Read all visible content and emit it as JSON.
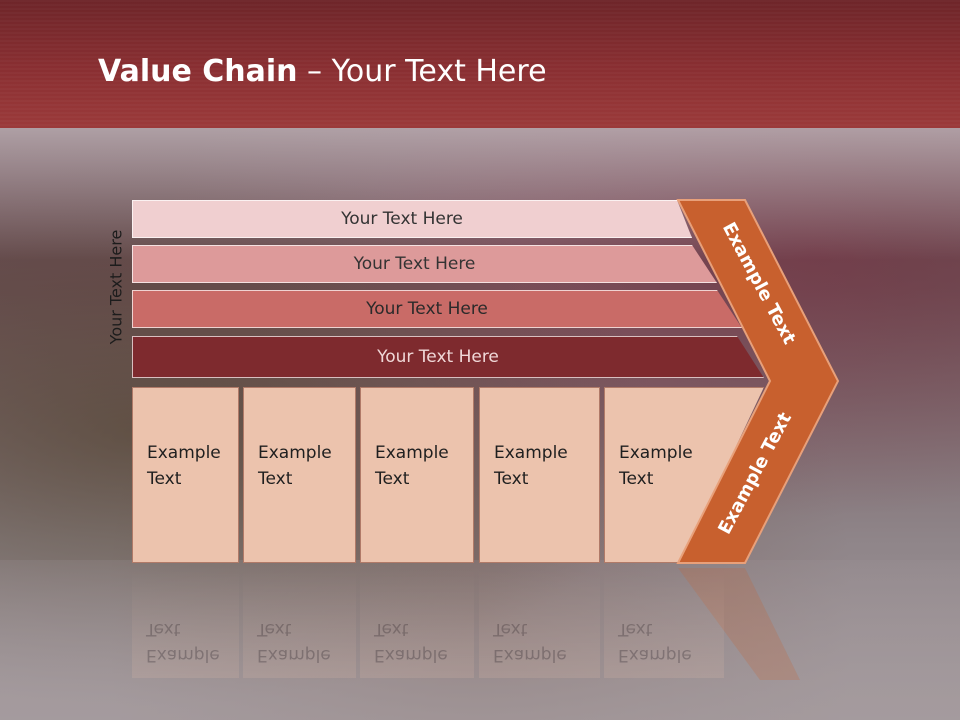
{
  "title": {
    "bold": "Value Chain",
    "rest": " – Your Text Here"
  },
  "side_label": "Your Text Here",
  "bars": [
    "Your Text Here",
    "Your Text Here",
    "Your Text Here",
    "Your Text Here"
  ],
  "boxes": [
    {
      "line1": "Example",
      "line2": "Text"
    },
    {
      "line1": "Example",
      "line2": "Text"
    },
    {
      "line1": "Example",
      "line2": "Text"
    },
    {
      "line1": "Example",
      "line2": "Text"
    },
    {
      "line1": "Example",
      "line2": "Text"
    }
  ],
  "chevron": {
    "top_label": "Example Text",
    "bottom_label": "Example Text",
    "color": "#c8602e"
  },
  "colors": {
    "header": "#8a2f32",
    "bar1": "#f0cfd0",
    "bar2": "#dd9a9a",
    "bar3": "#c96b67",
    "bar4": "#7e2a2e",
    "box": "#ecc3ad"
  }
}
